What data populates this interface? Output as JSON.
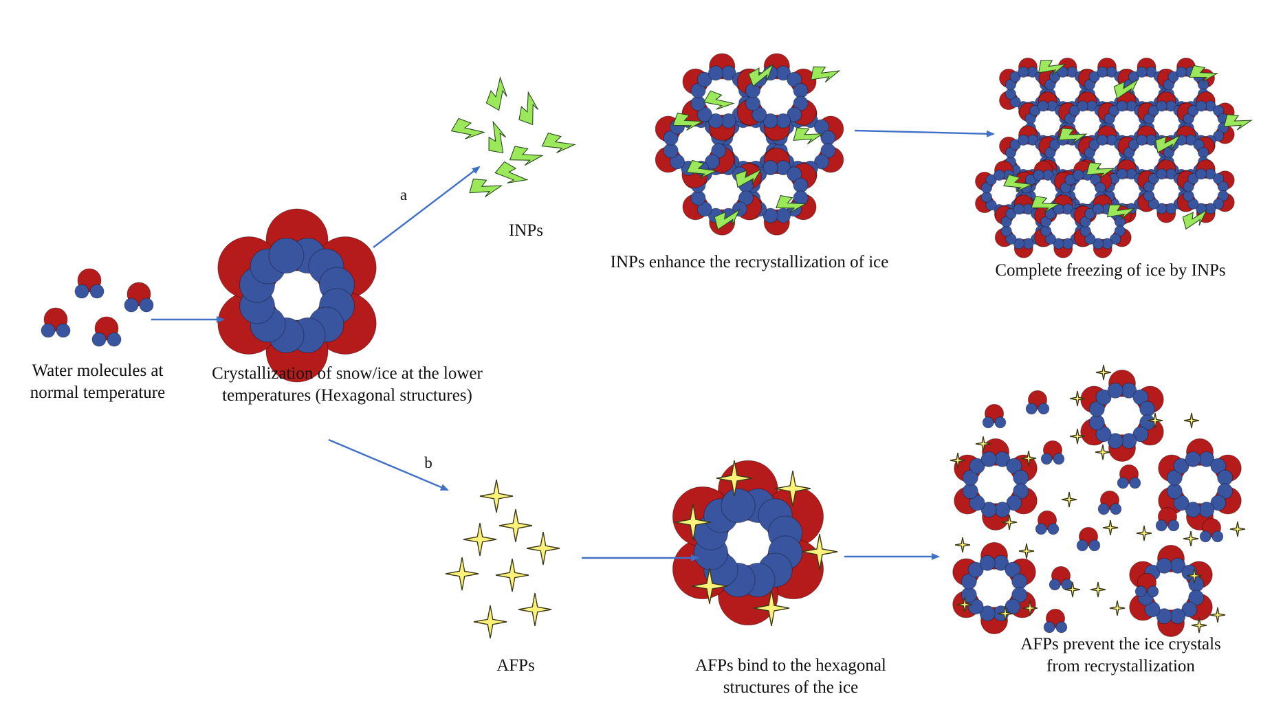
{
  "colors": {
    "oxygen": "#b51b1b",
    "hydrogen": "#3a55a0",
    "inp_bolt": "#9be85a",
    "afp_star": "#fff27a",
    "arrow": "#3f6fc7"
  },
  "labels": {
    "water": [
      "Water molecules at",
      "normal temperature"
    ],
    "crystal": [
      "Crystallization of snow/ice at the lower",
      "temperatures (Hexagonal structures)"
    ],
    "path_a": "a",
    "path_b": "b",
    "inps": "INPs",
    "inp_enhance": "INPs enhance the recrystallization of ice",
    "inp_freeze": "Complete freezing of ice by INPs",
    "afps": "AFPs",
    "afp_bind": [
      "AFPs bind to the hexagonal",
      "structures of the ice"
    ],
    "afp_prevent": [
      "AFPs prevent the ice crystals",
      "from recrystallization"
    ]
  }
}
